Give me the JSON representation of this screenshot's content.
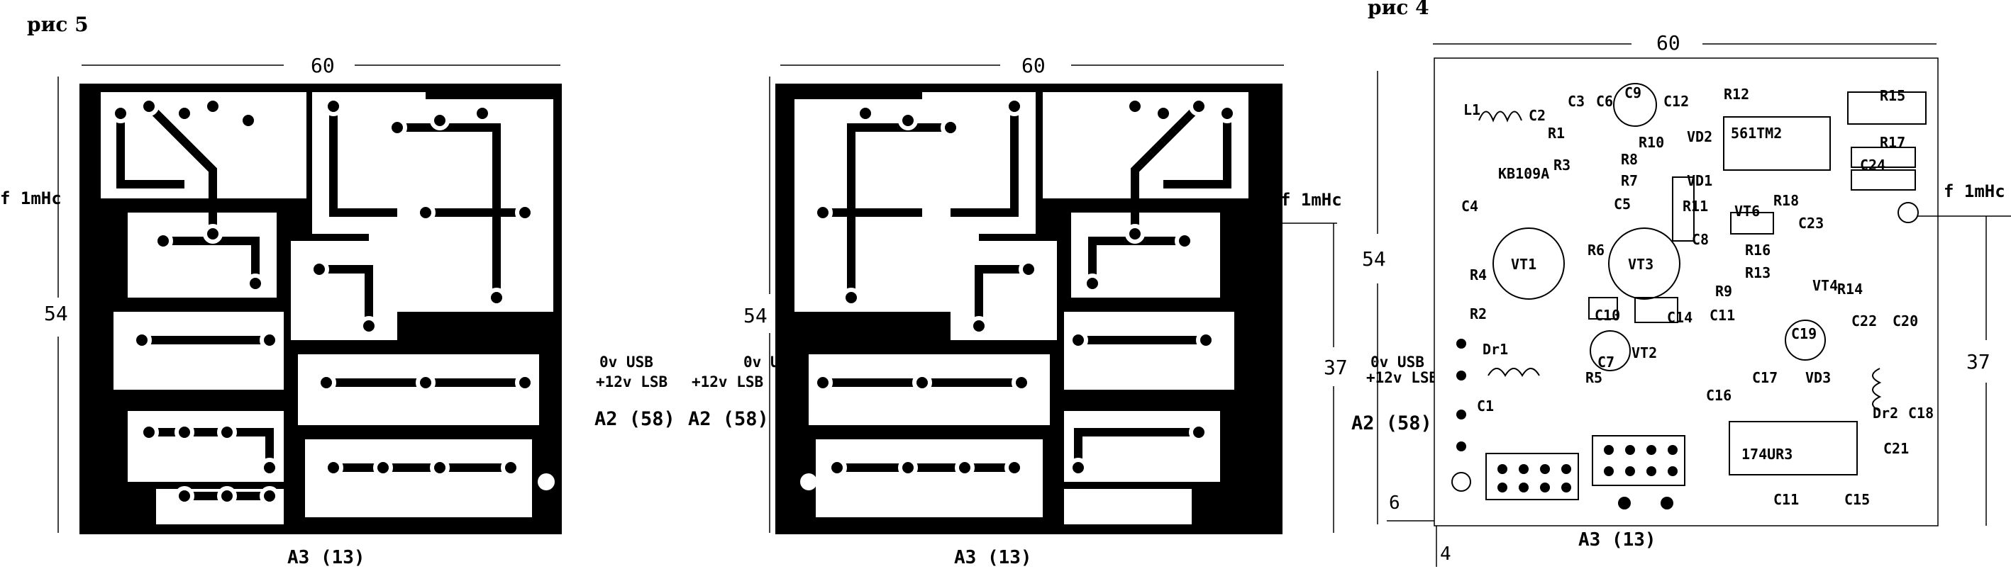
{
  "figures": {
    "fig5_title": "рис 5",
    "fig4_title": "рис 4"
  },
  "dimensions": {
    "width": "60",
    "height": "54",
    "offset": "37",
    "dim6": "6",
    "dim4": "4"
  },
  "labels": {
    "freq": "f 1mHc",
    "usb": "0v USB",
    "lsb": "+12v LSB",
    "a2": "A2 (58)",
    "a3": "A3 (13)"
  },
  "components": [
    {
      "id": "L1"
    },
    {
      "id": "C2"
    },
    {
      "id": "R1"
    },
    {
      "id": "C3"
    },
    {
      "id": "C6"
    },
    {
      "id": "C9"
    },
    {
      "id": "C12"
    },
    {
      "id": "R12"
    },
    {
      "id": "R15"
    },
    {
      "id": "VD2"
    },
    {
      "id": "R10"
    },
    {
      "id": "561TM2"
    },
    {
      "id": "R17"
    },
    {
      "id": "R8"
    },
    {
      "id": "R3"
    },
    {
      "id": "KB109A"
    },
    {
      "id": "VD1"
    },
    {
      "id": "C24"
    },
    {
      "id": "R7"
    },
    {
      "id": "R18"
    },
    {
      "id": "C4"
    },
    {
      "id": "C5"
    },
    {
      "id": "R11"
    },
    {
      "id": "VT6"
    },
    {
      "id": "C23"
    },
    {
      "id": "R16"
    },
    {
      "id": "C8"
    },
    {
      "id": "VT1"
    },
    {
      "id": "VT3"
    },
    {
      "id": "R4"
    },
    {
      "id": "R6"
    },
    {
      "id": "R13"
    },
    {
      "id": "VT4"
    },
    {
      "id": "R14"
    },
    {
      "id": "R9"
    },
    {
      "id": "C22"
    },
    {
      "id": "C20"
    },
    {
      "id": "R2"
    },
    {
      "id": "C10"
    },
    {
      "id": "C14"
    },
    {
      "id": "C11"
    },
    {
      "id": "Dr1"
    },
    {
      "id": "VT2"
    },
    {
      "id": "C19"
    },
    {
      "id": "C7"
    },
    {
      "id": "R5"
    },
    {
      "id": "C17"
    },
    {
      "id": "VD3"
    },
    {
      "id": "C18"
    },
    {
      "id": "Dr2"
    },
    {
      "id": "C1"
    },
    {
      "id": "C16"
    },
    {
      "id": "174UR3"
    },
    {
      "id": "C21"
    },
    {
      "id": "C11b",
      "text": "C11"
    },
    {
      "id": "C15"
    }
  ]
}
